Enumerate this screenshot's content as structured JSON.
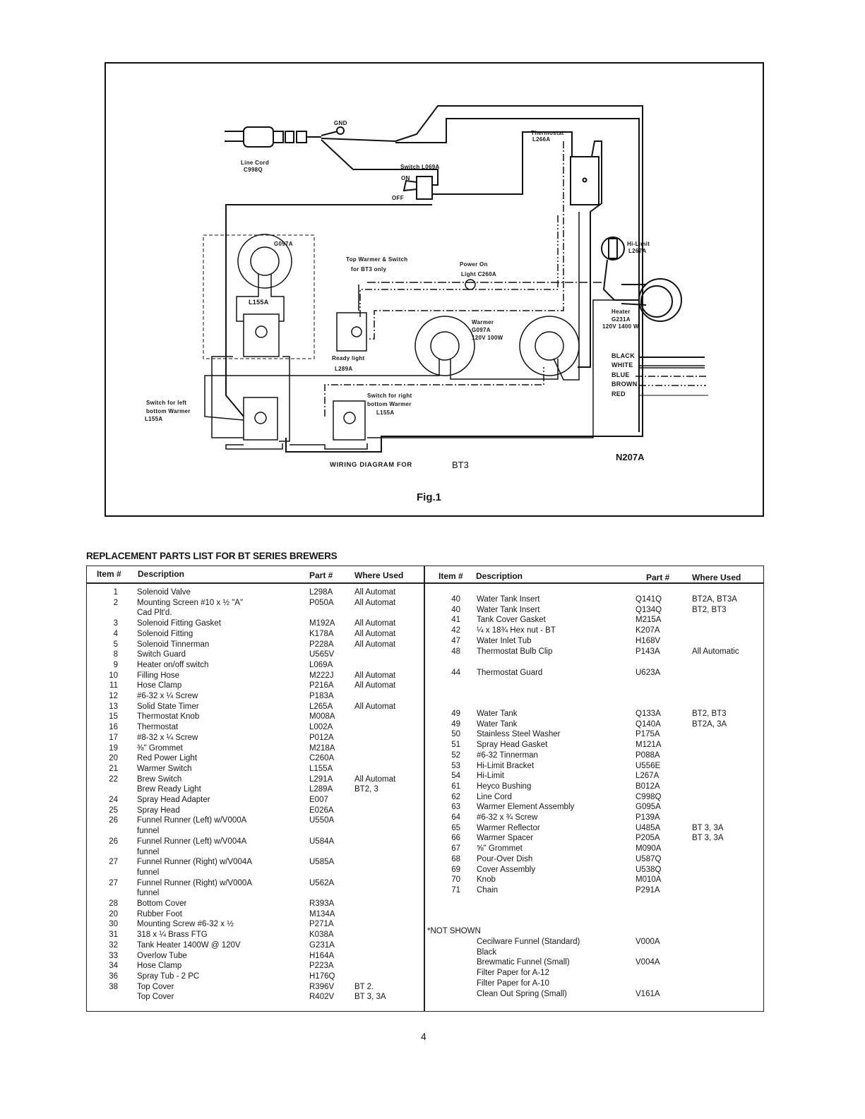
{
  "diagram": {
    "labels": {
      "gnd": "GND",
      "line_cord": "Line Cord",
      "line_cord_part": "C998Q",
      "switch": "Switch L069A",
      "switch_on": "ON",
      "switch_off": "OFF",
      "thermostat": "Thermostat",
      "thermostat_part": "L266A",
      "top_warmer_part": "G097A",
      "top_warmer_note_1": "Top Warmer & Switch",
      "top_warmer_note_2": "for BT3 only",
      "power_on_1": "Power On",
      "power_on_2": "Light C260A",
      "hi_limit_1": "Hi-Limit",
      "hi_limit_2": "L267A",
      "top_switch": "L155A",
      "warmer_1": "Warmer",
      "warmer_2": "G097A",
      "warmer_3": "120V 100W",
      "heater_1": "Heater",
      "heater_2": "G231A",
      "heater_3": "120V 1400 W",
      "ready_light_1": "Ready light",
      "ready_light_2": "L289A",
      "left_switch_1": "Switch for left",
      "left_switch_2": "bottom Warmer",
      "left_switch_3": "L155A",
      "right_switch_1": "Switch for right",
      "right_switch_2": "bottom Warmer",
      "right_switch_3": "L155A"
    },
    "legend": [
      {
        "label": "BLACK",
        "style": "solid"
      },
      {
        "label": "WHITE",
        "style": "double"
      },
      {
        "label": "BLUE",
        "style": "dash-dot"
      },
      {
        "label": "BROWN",
        "style": "dash-dot-dot"
      },
      {
        "label": "RED",
        "style": "thin-solid"
      }
    ],
    "caption": "WIRING DIAGRAM FOR",
    "model": "BT3",
    "drawing_number": "N207A",
    "figure": "Fig.1"
  },
  "parts_list": {
    "title": "REPLACEMENT PARTS LIST FOR BT SERIES BREWERS",
    "headers": {
      "item": "Item #",
      "description": "Description",
      "part": "Part #",
      "where_used": "Where Used"
    },
    "left_rows": [
      {
        "item": "1",
        "desc": "Solenoid Valve",
        "part": "L298A",
        "where": "All Automat"
      },
      {
        "item": "2",
        "desc": "Mounting Screen #10 x ½ \"A\"\nCad Plt'd.",
        "part": "P050A",
        "where": "All Automat"
      },
      {
        "item": "3",
        "desc": "Solenoid Fitting Gasket",
        "part": "M192A",
        "where": "All Automat"
      },
      {
        "item": "4",
        "desc": "Solenoid Fitting",
        "part": "K178A",
        "where": "All Automat"
      },
      {
        "item": "5",
        "desc": "Solenoid Tinnerman",
        "part": "P228A",
        "where": "All Automat"
      },
      {
        "item": "8",
        "desc": "Switch Guard",
        "part": "U565V",
        "where": ""
      },
      {
        "item": "9",
        "desc": "Heater on/off switch",
        "part": "L069A",
        "where": ""
      },
      {
        "item": "10",
        "desc": "Filling Hose",
        "part": "M222J",
        "where": "All Automat"
      },
      {
        "item": "11",
        "desc": "Hose Clamp",
        "part": "P216A",
        "where": "All Automat"
      },
      {
        "item": "12",
        "desc": "#6-32 x ¼ Screw",
        "part": "P183A",
        "where": ""
      },
      {
        "item": "13",
        "desc": "Solid State Timer",
        "part": "L265A",
        "where": "All Automat"
      },
      {
        "item": "15",
        "desc": "Thermostat Knob",
        "part": "M008A",
        "where": ""
      },
      {
        "item": "16",
        "desc": "Thermostat",
        "part": "L002A",
        "where": ""
      },
      {
        "item": "17",
        "desc": "#8-32 x ¼ Screw",
        "part": "P012A",
        "where": ""
      },
      {
        "item": "19",
        "desc": "⅜\" Grommet",
        "part": "M218A",
        "where": ""
      },
      {
        "item": "20",
        "desc": "Red Power Light",
        "part": "C260A",
        "where": ""
      },
      {
        "item": "21",
        "desc": "Warmer Switch",
        "part": "L155A",
        "where": ""
      },
      {
        "item": "22",
        "desc": "Brew Switch",
        "part": "L291A",
        "where": "All Automat"
      },
      {
        "item": "",
        "desc": "Brew Ready Light",
        "part": "L289A",
        "where": "BT2, 3"
      },
      {
        "item": "24",
        "desc": "Spray Head Adapter",
        "part": "E007",
        "where": ""
      },
      {
        "item": "25",
        "desc": "Spray Head",
        "part": "E026A",
        "where": ""
      },
      {
        "item": "26",
        "desc": "Funnel Runner (Left) w/V000A\nfunnel",
        "part": "U550A",
        "where": ""
      },
      {
        "item": "26",
        "desc": "Funnel Runner (Left) w/V004A\nfunnel",
        "part": "U584A",
        "where": ""
      },
      {
        "item": "27",
        "desc": "Funnel Runner (Right) w/V004A\nfunnel",
        "part": "U585A",
        "where": ""
      },
      {
        "item": "27",
        "desc": "Funnel Runner (Right) w/V000A\nfunnel",
        "part": "U562A",
        "where": ""
      },
      {
        "item": "28",
        "desc": "Bottom Cover",
        "part": "R393A",
        "where": ""
      },
      {
        "item": "20",
        "desc": "Rubber Foot",
        "part": "M134A",
        "where": ""
      },
      {
        "item": "30",
        "desc": "Mounting Screw #6-32 x ½",
        "part": "P271A",
        "where": ""
      },
      {
        "item": "31",
        "desc": "318 x ¼ Brass FTG",
        "part": "K038A",
        "where": ""
      },
      {
        "item": "32",
        "desc": "Tank Heater 1400W @ 120V",
        "part": "G231A",
        "where": ""
      },
      {
        "item": "33",
        "desc": "Overlow Tube",
        "part": "H164A",
        "where": ""
      },
      {
        "item": "34",
        "desc": "Hose Clamp",
        "part": "P223A",
        "where": ""
      },
      {
        "item": "36",
        "desc": "Spray Tub - 2 PC",
        "part": "H176Q",
        "where": ""
      },
      {
        "item": "38",
        "desc": "Top Cover",
        "part": "R396V",
        "where": "BT 2."
      },
      {
        "item": "",
        "desc": "Top Cover",
        "part": "R402V",
        "where": "BT 3, 3A"
      }
    ],
    "right_rows": [
      {
        "item": "40",
        "desc": "Water Tank Insert",
        "part": "Q141Q",
        "where": "BT2A, BT3A"
      },
      {
        "item": "40",
        "desc": "Water Tank Insert",
        "part": "Q134Q",
        "where": "BT2, BT3"
      },
      {
        "item": "41",
        "desc": "Tank Cover Gasket",
        "part": "M215A",
        "where": ""
      },
      {
        "item": "42",
        "desc": "¼ x 18¾ Hex nut - BT",
        "part": "K207A",
        "where": ""
      },
      {
        "item": "47",
        "desc": "Water Inlet Tub",
        "part": "H168V",
        "where": ""
      },
      {
        "item": "48",
        "desc": "Thermostat Bulb Clip",
        "part": "P143A",
        "where": "All Automatic"
      },
      {
        "item": "44",
        "desc": "Thermostat Guard",
        "part": "U623A",
        "where": ""
      },
      {
        "item": "49",
        "desc": "Water Tank",
        "part": "Q133A",
        "where": "BT2, BT3"
      },
      {
        "item": "49",
        "desc": "Water Tank",
        "part": "Q140A",
        "where": "BT2A, 3A"
      },
      {
        "item": "50",
        "desc": "Stainless Steel Washer",
        "part": "P175A",
        "where": ""
      },
      {
        "item": "51",
        "desc": "Spray Head Gasket",
        "part": "M121A",
        "where": ""
      },
      {
        "item": "52",
        "desc": "#6-32 Tinnerman",
        "part": "P088A",
        "where": ""
      },
      {
        "item": "53",
        "desc": "Hi-Limit Bracket",
        "part": "U556E",
        "where": ""
      },
      {
        "item": "54",
        "desc": "Hi-Limit",
        "part": "L267A",
        "where": ""
      },
      {
        "item": "61",
        "desc": "Heyco Bushing",
        "part": "B012A",
        "where": ""
      },
      {
        "item": "62",
        "desc": "Line Cord",
        "part": "C998Q",
        "where": ""
      },
      {
        "item": "63",
        "desc": "Warmer Element Assembly",
        "part": "G095A",
        "where": ""
      },
      {
        "item": "64",
        "desc": "#6-32 x ¾ Screw",
        "part": "P139A",
        "where": ""
      },
      {
        "item": "65",
        "desc": "Warmer Reflector",
        "part": "U485A",
        "where": "BT 3, 3A"
      },
      {
        "item": "66",
        "desc": "Warmer Spacer",
        "part": "P205A",
        "where": "BT 3, 3A"
      },
      {
        "item": "67",
        "desc": "⅝\" Grommet",
        "part": "M090A",
        "where": ""
      },
      {
        "item": "68",
        "desc": "Pour-Over Dish",
        "part": "U587Q",
        "where": ""
      },
      {
        "item": "69",
        "desc": "Cover Assembly",
        "part": "U538Q",
        "where": ""
      },
      {
        "item": "70",
        "desc": "Knob",
        "part": "M010A",
        "where": ""
      },
      {
        "item": "71",
        "desc": "Chain",
        "part": "P291A",
        "where": ""
      }
    ],
    "not_shown_heading": "*NOT SHOWN",
    "not_shown_rows": [
      {
        "desc": "Cecilware Funnel (Standard)\nBlack",
        "part": "V000A"
      },
      {
        "desc": "Brewmatic Funnel (Small)",
        "part": "V004A"
      },
      {
        "desc": "Filter Paper for A-12",
        "part": ""
      },
      {
        "desc": "Filter Paper for A-10",
        "part": ""
      },
      {
        "desc": "Clean Out Spring (Small)",
        "part": "V161A"
      }
    ]
  },
  "page_number": "4"
}
